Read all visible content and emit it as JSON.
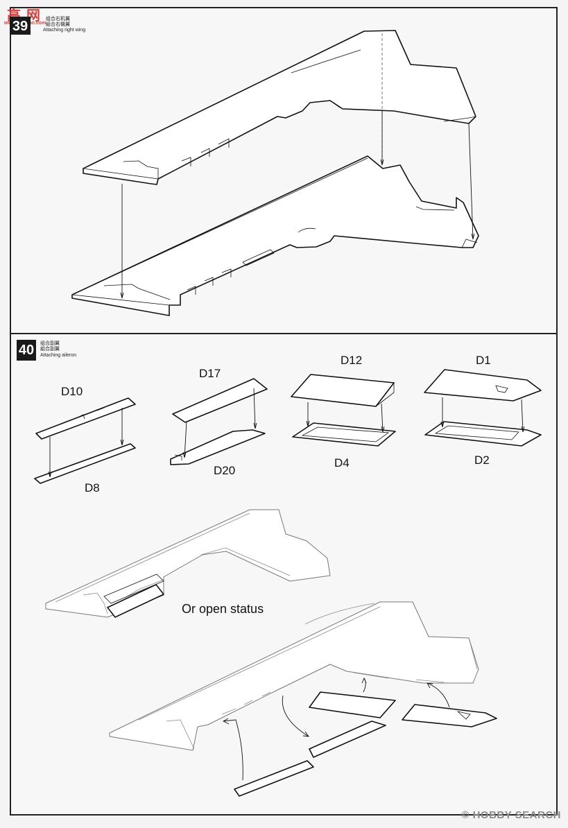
{
  "watermark": {
    "site_cn": "高网",
    "site_url": "www.gaowan.com",
    "brand": "HOBBY SEARCH",
    "brand_mark": "©"
  },
  "steps": [
    {
      "number": "39",
      "title_cn_1": "组合右机翼",
      "title_cn_2": "組合右機翼",
      "title_en": "Attaching right wing"
    },
    {
      "number": "40",
      "title_cn_1": "组合副翼",
      "title_cn_2": "組合副翼",
      "title_en": "Attaching aileron",
      "parts": {
        "d10": "D10",
        "d8": "D8",
        "d17": "D17",
        "d20": "D20",
        "d12": "D12",
        "d4": "D4",
        "d1": "D1",
        "d2": "D2"
      },
      "note": "Or open status"
    }
  ]
}
